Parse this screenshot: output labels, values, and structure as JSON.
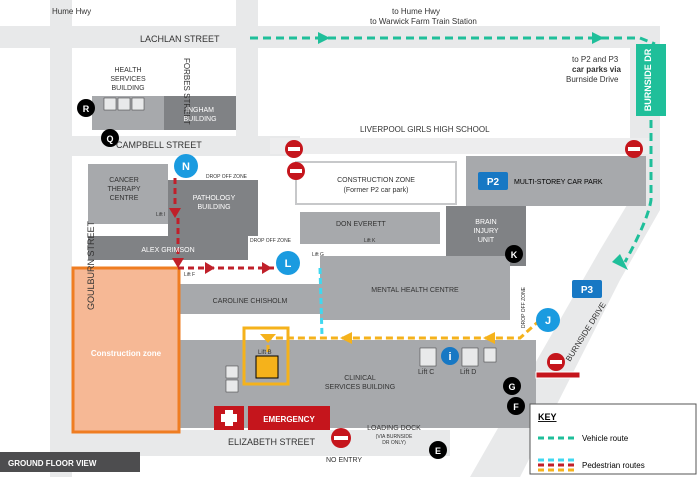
{
  "streets": {
    "hume_hwy_top": "Hume Hwy",
    "lachlan": "LACHLAN STREET",
    "to_hume": "to Hume Hwy",
    "to_warwick": "to Warwick Farm Train Station",
    "to_p2p3_1": "to P2 and P3",
    "to_p2p3_2": "car parks via",
    "to_p2p3_3": "Burnside Drive",
    "burnside_dr": "BURNSIDE DR",
    "forbes": "FORBES STREET",
    "campbell": "CAMPBELL STREET",
    "goulburn": "GOULBURN STREET",
    "elizabeth": "ELIZABETH STREET",
    "burnside_drive": "BURNSIDE DRIVE",
    "no_entry": "NO ENTRY",
    "liverpool_girls": "LIVERPOOL GIRLS HIGH SCHOOL"
  },
  "buildings": {
    "health_1": "HEALTH",
    "health_2": "SERVICES",
    "health_3": "BUILDING",
    "ingham_1": "INGHAM",
    "ingham_2": "BUILDING",
    "cancer_1": "CANCER",
    "cancer_2": "THERAPY",
    "cancer_3": "CENTRE",
    "pathology_1": "PATHOLOGY",
    "pathology_2": "BUILDING",
    "construction_1": "CONSTRUCTION ZONE",
    "construction_2": "(Former P2 car park)",
    "multistorey": "MULTI-STOREY CAR PARK",
    "don_everett": "DON  EVERETT",
    "brain_1": "BRAIN",
    "brain_2": "INJURY",
    "brain_3": "UNIT",
    "alex_grimson": "ALEX GRIMSON",
    "mental_health": "MENTAL HEALTH CENTRE",
    "caroline": "CAROLINE CHISHOLM",
    "clinical_1": "CLINICAL",
    "clinical_2": "SERVICES BUILDING",
    "construction_zone": "Construction zone",
    "emergency": "EMERGENCY",
    "loading_dock": "LOADING DOCK",
    "loading_dock_sub": "(VIA BURNSIDE",
    "loading_dock_sub2": "DR ONLY)"
  },
  "labels": {
    "drop_off_1": "DROP OFF ZONE",
    "drop_off_2": "DROP OFF ZONE",
    "drop_off_3": "DROP OFF ZONE",
    "lift_b": "Lift B",
    "lift_c": "Lift C",
    "lift_d": "Lift D",
    "lift_i": "Lift I",
    "lift_f": "Lift F",
    "lift_g": "Lift G",
    "lift_k": "Lift K",
    "ground_floor": "GROUND FLOOR VIEW"
  },
  "markers": {
    "R": "R",
    "Q": "Q",
    "N": "N",
    "L": "L",
    "K": "K",
    "J": "J",
    "G": "G",
    "F": "F",
    "E": "E",
    "P2": "P2",
    "P3": "P3"
  },
  "key": {
    "title": "KEY",
    "vehicle": "Vehicle route",
    "pedestrian": "Pedestrian routes"
  },
  "colors": {
    "vehicle_route": "#1fbf9a",
    "pedestrian_red": "#c0202a",
    "pedestrian_yellow": "#f5b21b",
    "pedestrian_cyan": "#3fd8f0",
    "building": "#a7a9ac",
    "building_dark": "#808285",
    "construction": "#f6b895",
    "emergency": "#c5151c",
    "marker_blue": "#1a9be0",
    "p_blue": "#1778c4"
  }
}
